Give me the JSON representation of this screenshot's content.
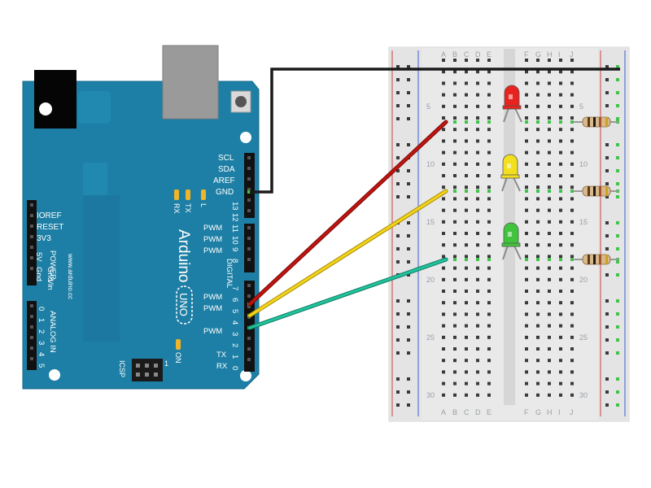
{
  "board": {
    "brand": "Arduino",
    "model": "UNO",
    "url": "www.arduino.cc",
    "right_header_labels": [
      "SCL",
      "SDA",
      "AREF",
      "GND"
    ],
    "left_power_labels": [
      "IOREF",
      "RESET",
      "3V3",
      "5V",
      "Gnd",
      "Gnd",
      "Vin"
    ],
    "power_title": "POWER",
    "analog_title": "ANALOG IN",
    "analog_pins": [
      "0",
      "1",
      "2",
      "3",
      "4",
      "5"
    ],
    "digital_title": "DIGITAL",
    "digital_pins_top": [
      "13",
      "12",
      "11",
      "10",
      "9",
      "8"
    ],
    "digital_pins_bottom": [
      "7",
      "6",
      "5",
      "4",
      "3",
      "2",
      "1",
      "0"
    ],
    "pwm_labels": [
      "PWM",
      "PWM",
      "PWM",
      "PWM",
      "PWM",
      "PWM"
    ],
    "tx_label": "TX",
    "rx_label": "RX",
    "led_labels": [
      "RX",
      "TX",
      "L"
    ],
    "on_label": "ON",
    "icsp_label": "ICSP",
    "icsp_num": "1"
  },
  "breadboard": {
    "column_letters_left": [
      "A",
      "B",
      "C",
      "D",
      "E"
    ],
    "column_letters_right": [
      "F",
      "G",
      "H",
      "I",
      "J"
    ],
    "row_numbers": [
      "5",
      "10",
      "15",
      "20",
      "25",
      "30"
    ]
  },
  "components": {
    "leds": [
      {
        "name": "red-led",
        "color": "#e8231f"
      },
      {
        "name": "yellow-led",
        "color": "#f2df1e"
      },
      {
        "name": "green-led",
        "color": "#41c43d"
      }
    ]
  },
  "colors": {
    "board": "#1d7fa5",
    "board_dark": "#15668a",
    "wire_black": "#1a1a1a",
    "wire_red": "#b1120e",
    "wire_yellow": "#e9c90f",
    "wire_green": "#1db38f"
  }
}
